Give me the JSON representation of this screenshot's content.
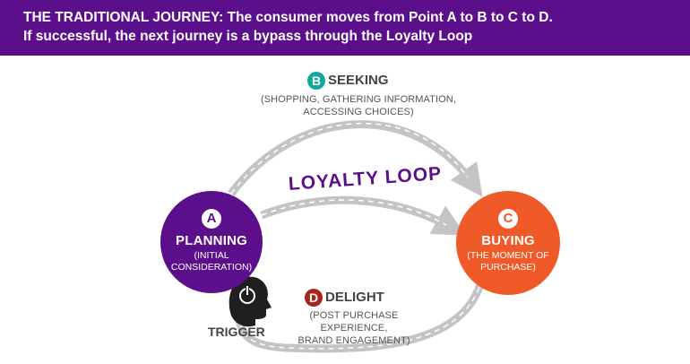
{
  "banner": {
    "line1": "THE TRADITIONAL JOURNEY: The consumer moves from Point A to B to C to D.",
    "line2": "If successful, the next journey is a bypass through the Loyalty Loop"
  },
  "colors": {
    "banner_bg": "#5c0f8b",
    "planning": "#5c0f8b",
    "seeking_badge": "#12a7a0",
    "buying": "#f05a28",
    "delight_badge": "#a8251c",
    "road": "#c4c4c4"
  },
  "nodes": {
    "planning": {
      "badge": "A",
      "title": "PLANNING",
      "sub1": "(INITIAL",
      "sub2": "CONSIDERATION)"
    },
    "buying": {
      "badge": "C",
      "title": "BUYING",
      "sub1": "(THE MOMENT OF",
      "sub2": "PURCHASE)"
    }
  },
  "stages": {
    "seeking": {
      "badge": "B",
      "title": "SEEKING",
      "sub1": "(SHOPPING, GATHERING INFORMATION,",
      "sub2": "ACCESSING CHOICES)"
    },
    "delight": {
      "badge": "D",
      "title": "DELIGHT",
      "sub1": "(POST PURCHASE EXPERIENCE,",
      "sub2": "BRAND ENGAGEMENT)"
    }
  },
  "loyalty_loop": "LOYALTY LOOP",
  "trigger": {
    "label": "TRIGGER",
    "icon": "power-button-head-icon"
  }
}
